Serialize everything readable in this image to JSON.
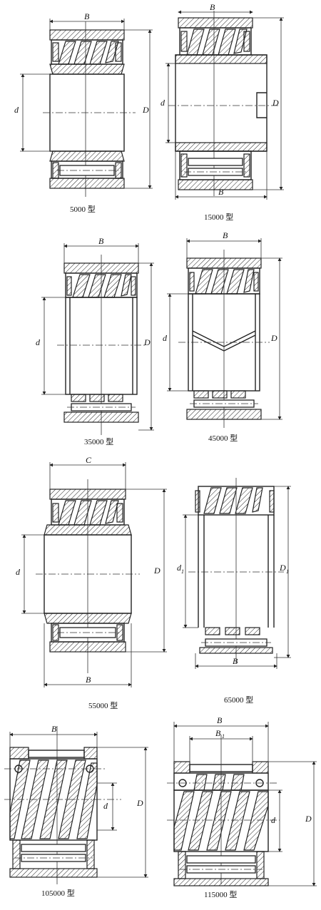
{
  "labels": {
    "B": "B",
    "C": "C",
    "D": "D",
    "d": "d",
    "d1": "d",
    "D1": "D",
    "B1": "B",
    "sub1": "1"
  },
  "captions": {
    "t5000": "5000 型",
    "t15000": "15000 型",
    "t35000": "35000 型",
    "t45000": "45000 型",
    "t55000": "55000 型",
    "t65000": "65000 型",
    "t105000": "105000 型",
    "t115000": "115000 型"
  },
  "colors": {
    "ink": "#222222",
    "paper": "#ffffff"
  }
}
